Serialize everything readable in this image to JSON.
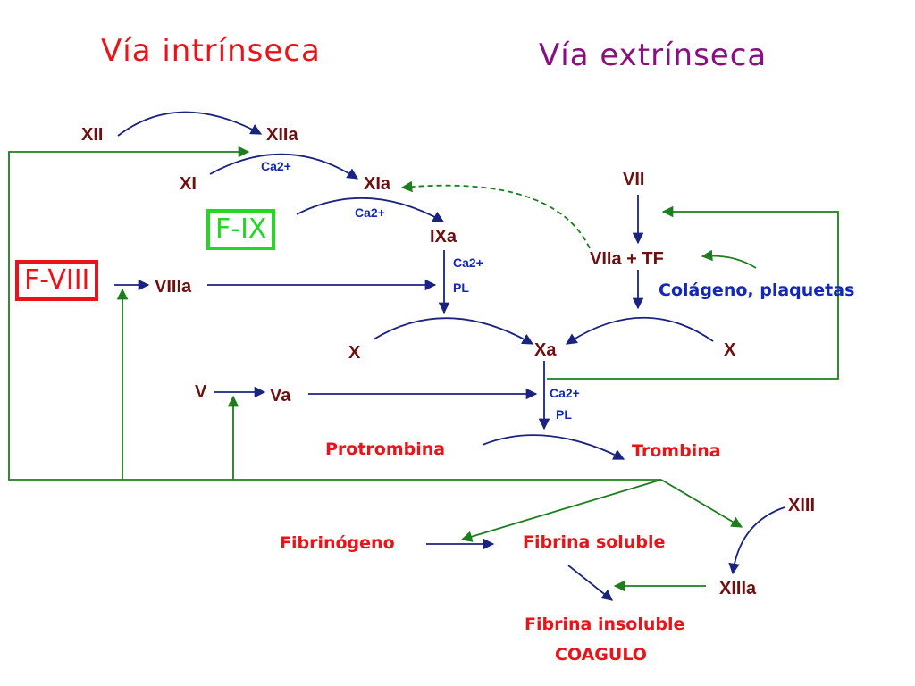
{
  "titles": {
    "intrinsic": "Vía intrínseca",
    "extrinsic": "Vía extrínseca"
  },
  "factors": {
    "xii": "XII",
    "xiia": "XIIa",
    "xi": "XI",
    "xia": "XIa",
    "ixa": "IXa",
    "vii": "VII",
    "viia_tf": "VIIa + TF",
    "viiia": "VIIIa",
    "x_left": "X",
    "xa": "Xa",
    "x_right": "X",
    "v": "V",
    "va": "Va",
    "xiii": "XIII",
    "xiiia": "XIIIa"
  },
  "boxes": {
    "f_ix": "F-IX",
    "f_viii": "F-VIII"
  },
  "cofactors": {
    "ca_1": "Ca2+",
    "ca_2": "Ca2+",
    "ca_3": "Ca2+",
    "pl_1": "PL",
    "ca_4": "Ca2+",
    "pl_2": "PL"
  },
  "products": {
    "protrombina": "Protrombina",
    "trombina": "Trombina",
    "fibrinogeno": "Fibrinógeno",
    "fibrina_soluble": "Fibrina soluble",
    "fibrina_insoluble": "Fibrina insoluble",
    "coagulo": "COAGULO"
  },
  "triggers": {
    "colageno": "Colágeno, plaquetas"
  },
  "colors": {
    "activation_arrow": "#1a237e",
    "feedback_arrow": "#1e7d1e",
    "title_intrinsic": "#e8141a",
    "title_extrinsic": "#8a0f80",
    "factor_text": "#6e1010",
    "product_text": "#e8141a",
    "trigger_text": "#1428b4",
    "box_f_ix": "#22d822",
    "box_f_viii": "#e8141a"
  }
}
